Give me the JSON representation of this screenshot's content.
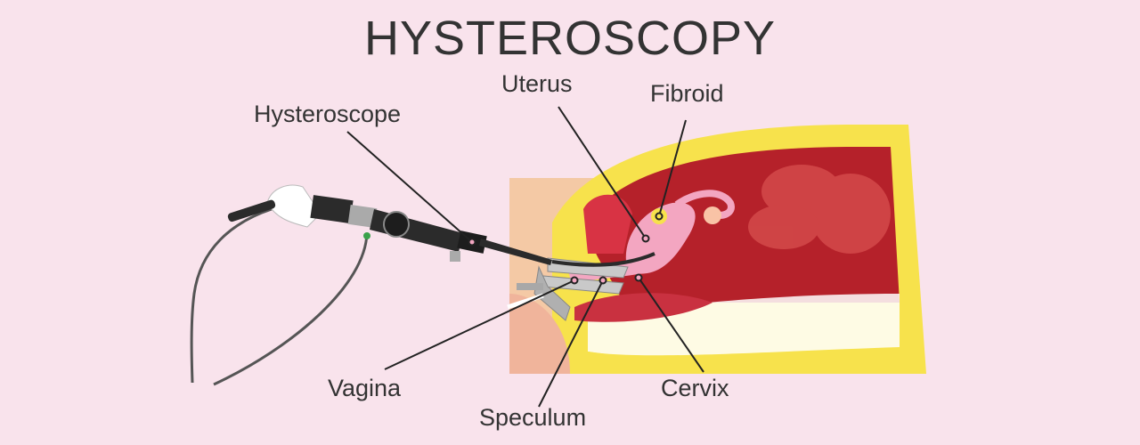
{
  "title": "HYSTEROSCOPY",
  "labels": {
    "hysteroscope": "Hysteroscope",
    "uterus": "Uterus",
    "fibroid": "Fibroid",
    "vagina": "Vagina",
    "cervix": "Cervix",
    "speculum": "Speculum"
  },
  "colors": {
    "background": "#f9e3ec",
    "skin": "#f4c9a5",
    "fat": "#f7e24c",
    "muscle": "#b5212a",
    "uterus": "#f3a6c1",
    "instrument": "#2b2b2b",
    "metal": "#c9c9c9"
  }
}
